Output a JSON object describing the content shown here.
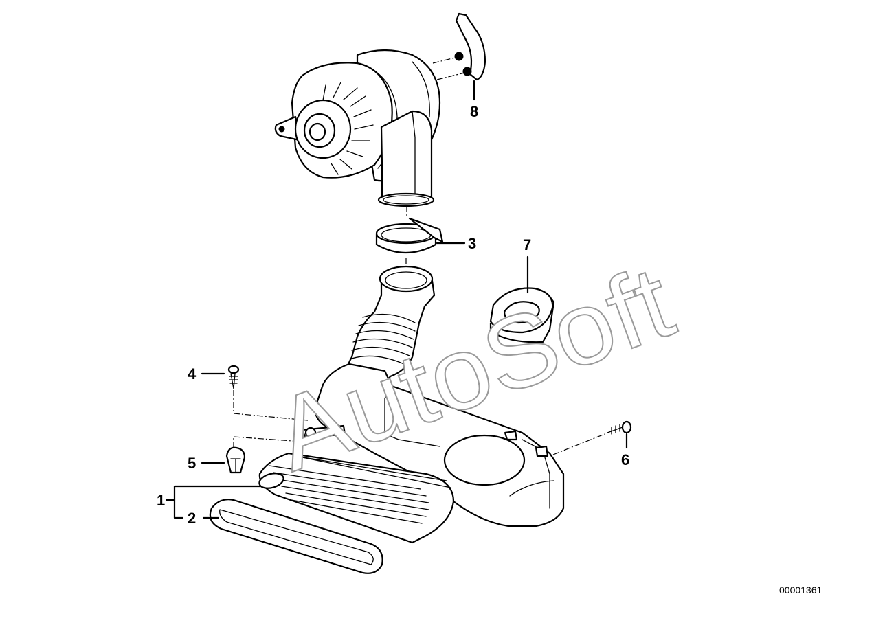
{
  "watermark": "AutoSoft",
  "document_number": "00001361",
  "callouts": {
    "c1": "1",
    "c2": "2",
    "c3": "3",
    "c4": "4",
    "c5": "5",
    "c6": "6",
    "c7": "7",
    "c8": "8"
  },
  "colors": {
    "ink": "#000000",
    "paper": "#ffffff",
    "watermark": "#9a9a9a"
  }
}
